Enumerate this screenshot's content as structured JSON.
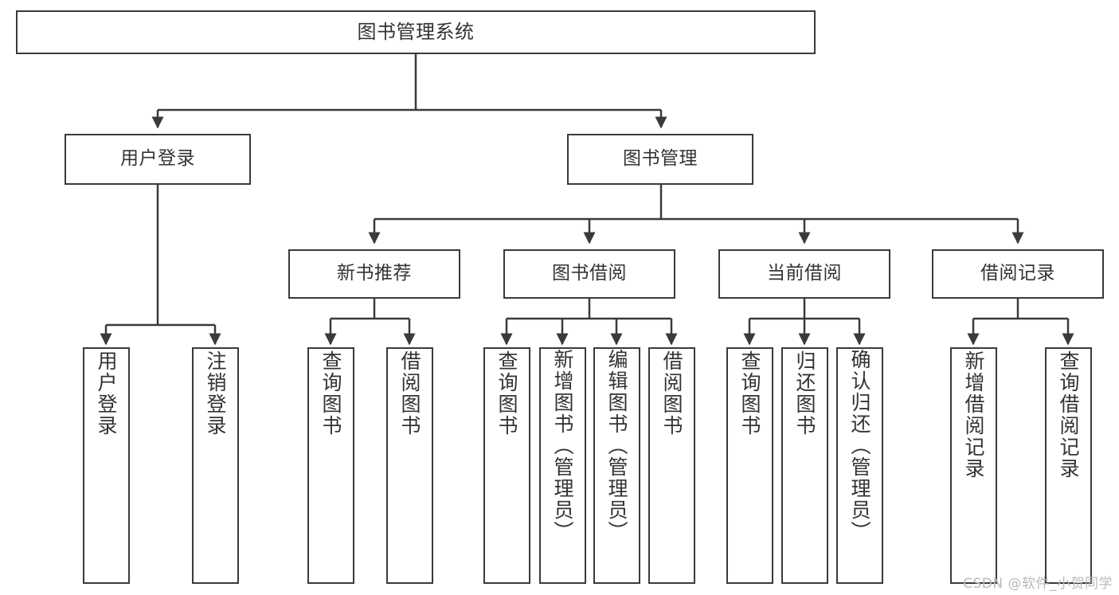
{
  "diagram": {
    "title": "图书管理系统",
    "root": {
      "label": "图书管理系统"
    },
    "level2": [
      {
        "label": "用户登录"
      },
      {
        "label": "图书管理"
      }
    ],
    "level3": [
      {
        "label": "新书推荐"
      },
      {
        "label": "图书借阅"
      },
      {
        "label": "当前借阅"
      },
      {
        "label": "借阅记录"
      }
    ],
    "leaves": {
      "user_login": [
        {
          "label": "用户登录"
        },
        {
          "label": "注销登录"
        }
      ],
      "new_book_recommend": [
        {
          "label": "查询图书"
        },
        {
          "label": "借阅图书"
        }
      ],
      "book_borrow": [
        {
          "label": "查询图书"
        },
        {
          "label": "新增图书（管理员）"
        },
        {
          "label": "编辑图书（管理员）"
        },
        {
          "label": "借阅图书"
        }
      ],
      "current_borrow": [
        {
          "label": "查询图书"
        },
        {
          "label": "归还图书"
        },
        {
          "label": "确认归还（管理员）"
        }
      ],
      "borrow_record": [
        {
          "label": "新增借阅记录"
        },
        {
          "label": "查询借阅记录"
        }
      ]
    }
  },
  "watermark": {
    "text": "CSDN @软件_小贺同学"
  },
  "colors": {
    "border": "#3a3a3a",
    "text": "#333333",
    "background": "#ffffff",
    "watermark": "#b9b9b9"
  }
}
